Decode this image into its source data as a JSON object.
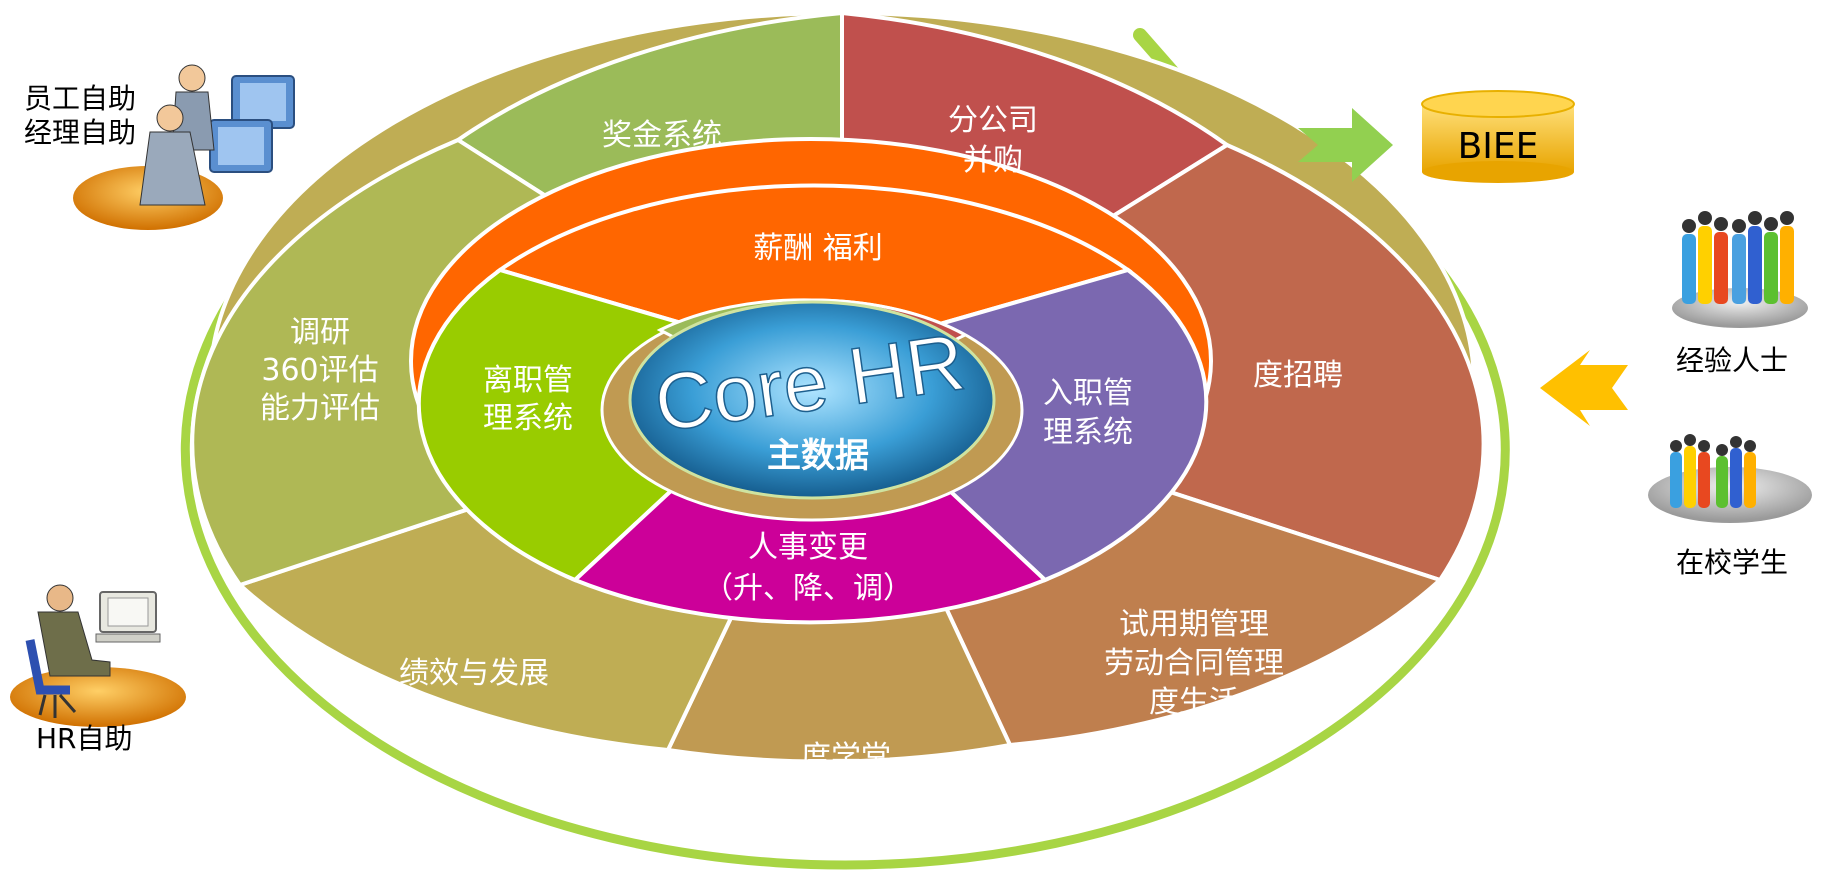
{
  "center": {
    "title": "Core HR",
    "subtitle": "主数据"
  },
  "inner_ring": {
    "top": "薪酬 福利",
    "left": [
      "离职管",
      "理系统"
    ],
    "right": [
      "入职管",
      "理系统"
    ],
    "bottom": [
      "人事变更",
      "（升、降、调）"
    ]
  },
  "outer_ring": {
    "top_left": "奖金系统",
    "top_right": [
      "分公司",
      "并购"
    ],
    "right": "度招聘",
    "bottom_right": [
      "试用期管理",
      "劳动合同管理",
      "度生活"
    ],
    "bottom": "度学堂",
    "bottom_left": "绩效与发展",
    "left": [
      "调研",
      "360评估",
      "能力评估"
    ]
  },
  "side": {
    "self_service": [
      "员工自助",
      "经理自助"
    ],
    "hr_self_service": "HR自助",
    "biee": "BIEE",
    "experienced": "经验人士",
    "students": "在校学生"
  },
  "colors": {
    "ring_arrow": "#a8d544",
    "bonus": "#9bbb59",
    "merger": "#c0504d",
    "recruit": "#c0684d",
    "probation": "#bf7f4e",
    "academy": "#c09a52",
    "performance": "#bfad54",
    "survey": "#afb855",
    "salary": "#ff6600",
    "exit": "#99cc00",
    "onboard": "#7b68b0",
    "change": "#cc0099",
    "center_blue": "#3a9ed6",
    "biee_gold": "#ffc000",
    "green_arrow": "#92d050",
    "orange_arrow": "#ffc000"
  },
  "icons": [
    "headset-operators-icon",
    "computer-user-icon",
    "database-icon",
    "people-group-icon",
    "arrow-right-icon",
    "arrow-left-icon"
  ]
}
